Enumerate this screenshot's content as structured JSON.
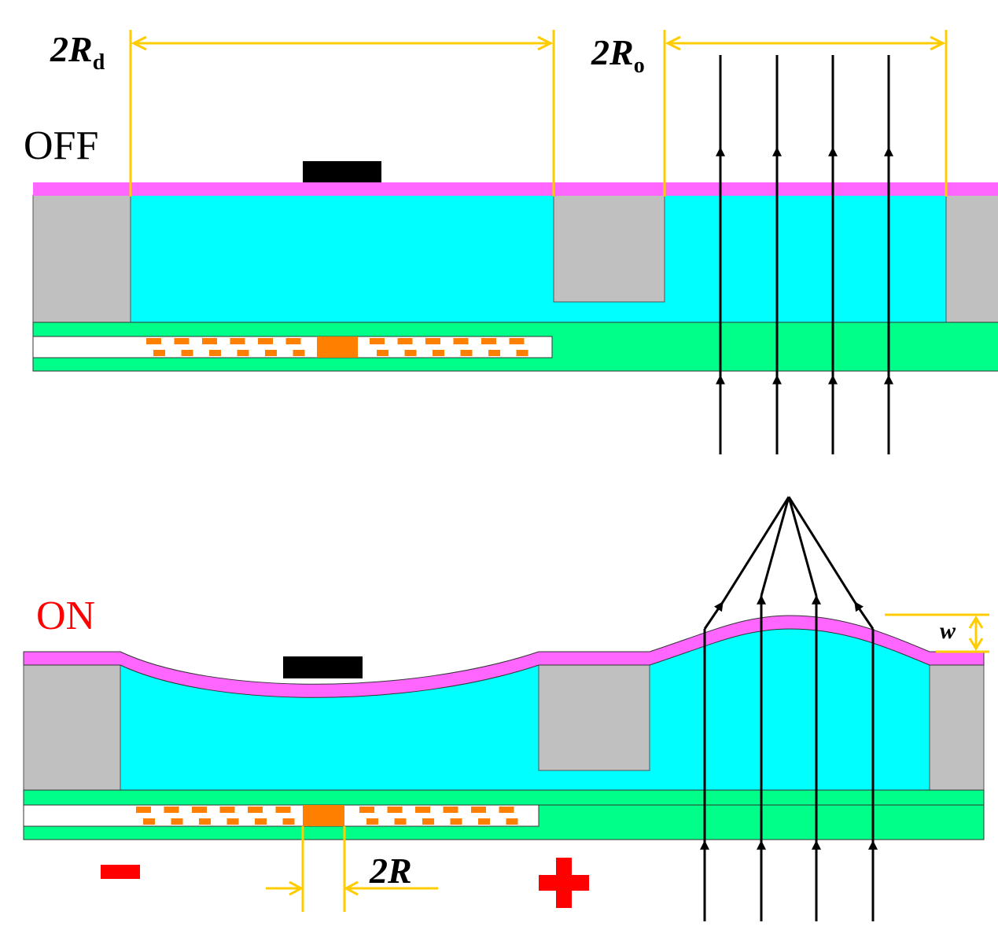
{
  "labels": {
    "off_state": "OFF",
    "on_state": "ON",
    "dim_rd_main": "2R",
    "dim_rd_sub": "d",
    "dim_ro_main": "2R",
    "dim_ro_sub": "o",
    "dim_r": "2R",
    "dim_w": "w"
  },
  "colors": {
    "membrane": "#ff66ff",
    "liquid": "#00ffff",
    "frame": "#c0c0c0",
    "substrate": "#00ff88",
    "electrode": "#ff8000",
    "mass": "#000000",
    "dimension": "#ffcc00",
    "polarity": "#ff0000",
    "on_label": "#ff0000",
    "ray": "#000000"
  },
  "polarity": {
    "negative": "minus-sign",
    "positive": "plus-sign"
  }
}
